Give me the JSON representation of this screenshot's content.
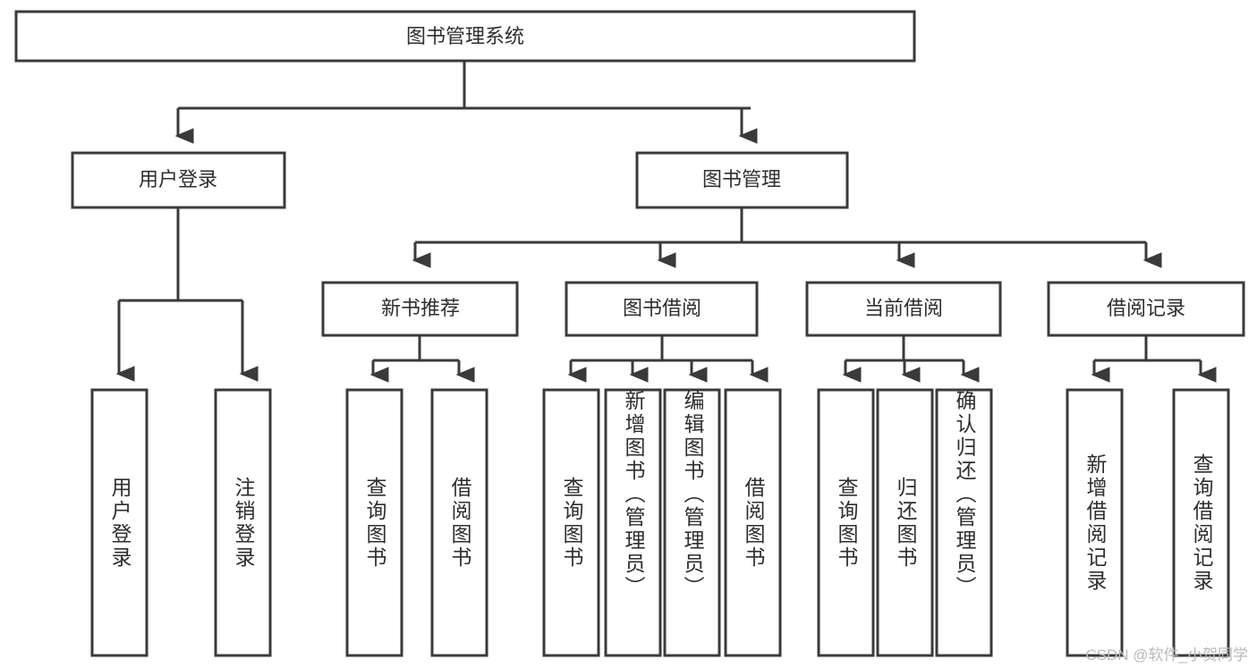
{
  "diagram": {
    "type": "tree",
    "root": {
      "label": "图书管理系统"
    },
    "level2": [
      {
        "label": "用户登录"
      },
      {
        "label": "图书管理"
      }
    ],
    "level3": [
      {
        "label": "新书推荐"
      },
      {
        "label": "图书借阅"
      },
      {
        "label": "当前借阅"
      },
      {
        "label": "借阅记录"
      }
    ],
    "leaves": {
      "user_login": [
        {
          "label": "用户登录"
        },
        {
          "label": "注销登录"
        }
      ],
      "new_book": [
        {
          "label": "查询图书"
        },
        {
          "label": "借阅图书"
        }
      ],
      "book_borrow": [
        {
          "label": "查询图书"
        },
        {
          "label": "新增图书（管理员）"
        },
        {
          "label": "编辑图书（管理员）"
        },
        {
          "label": "借阅图书"
        }
      ],
      "current_borrow": [
        {
          "label": "查询图书"
        },
        {
          "label": "归还图书"
        },
        {
          "label": "确认归还（管理员）"
        }
      ],
      "borrow_record": [
        {
          "label": "新增借阅记录"
        },
        {
          "label": "查询借阅记录"
        }
      ]
    }
  },
  "watermark": {
    "text": "CSDN @软件_小贺同学"
  },
  "colors": {
    "stroke": "#3a3a3a",
    "fill": "#ffffff",
    "text": "#2e2e2e",
    "watermark": "#b9b9b9"
  }
}
